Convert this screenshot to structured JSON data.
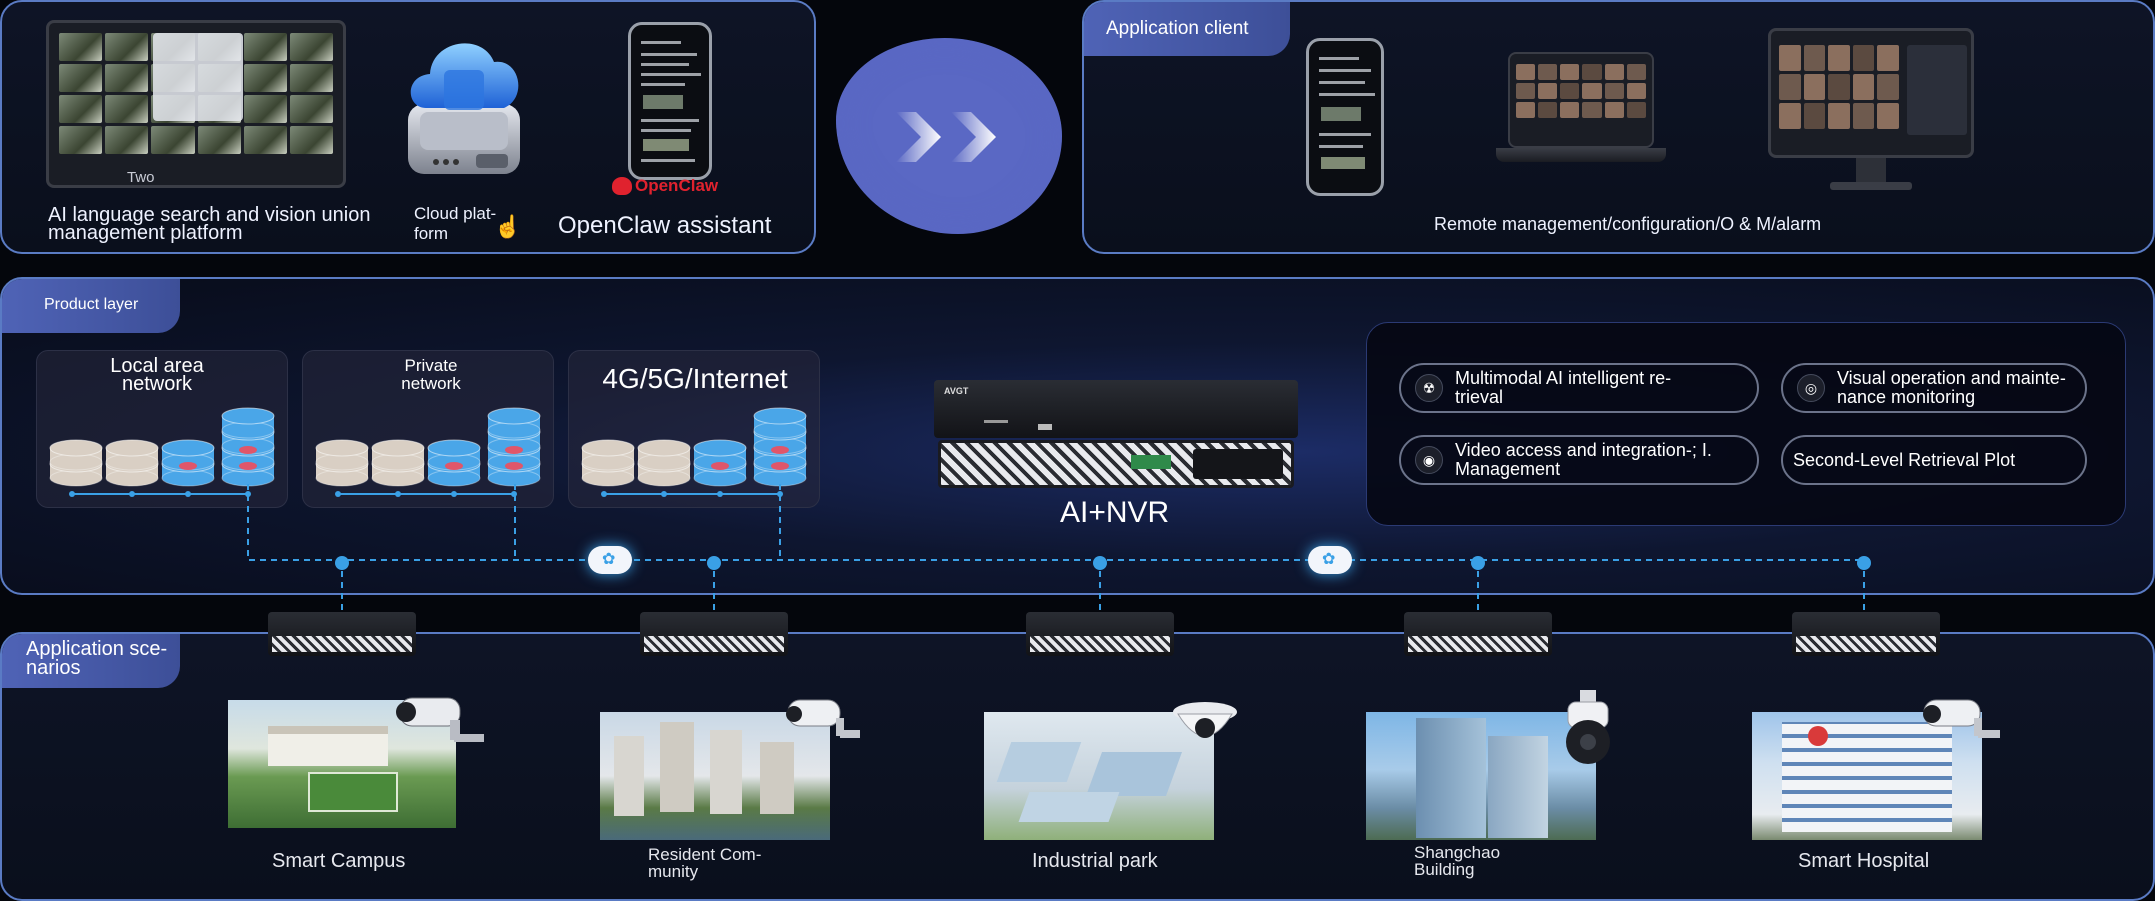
{
  "top_left": {
    "platform_caption": "AI language search and vision union management platform",
    "platform_screen_label": "Two",
    "cloud_caption": "Cloud plat-form",
    "openclaw_caption": "OpenClaw assistant",
    "openclaw_logo": "OpenClaw"
  },
  "top_right": {
    "tag": "Application client",
    "caption": "Remote management/configuration/O & M/alarm"
  },
  "product": {
    "tag": "Product layer",
    "networks": [
      {
        "title": "Local area network"
      },
      {
        "title": "Private network"
      },
      {
        "title": "4G/5G/Internet"
      }
    ],
    "nvr_label": "AI+NVR",
    "nvr_brand": "AVGT",
    "features": [
      {
        "label": "Multimodal AI intelligent re-trieval",
        "icon": "radiation-icon"
      },
      {
        "label": "Visual operation and mainte-nance monitoring",
        "icon": "gauge-icon"
      },
      {
        "label": "Video access and integration-; I. Management",
        "icon": "camera-dome-icon"
      },
      {
        "label": "Second-Level Retrieval Plot",
        "icon": ""
      }
    ]
  },
  "scenarios": {
    "tag": "Application sce-narios",
    "items": [
      {
        "label": "Smart Campus"
      },
      {
        "label": "Resident Com-munity"
      },
      {
        "label": "Industrial park"
      },
      {
        "label": "Shangchao Building"
      },
      {
        "label": "Smart Hospital"
      }
    ]
  },
  "colors": {
    "accent": "#4f63b6",
    "border": "#5a7bc4",
    "link_line": "#3aa0e6",
    "disk_tan": "#d9cfc4",
    "disk_blue": "#4aa6e8",
    "disk_core": "#e0566a"
  }
}
